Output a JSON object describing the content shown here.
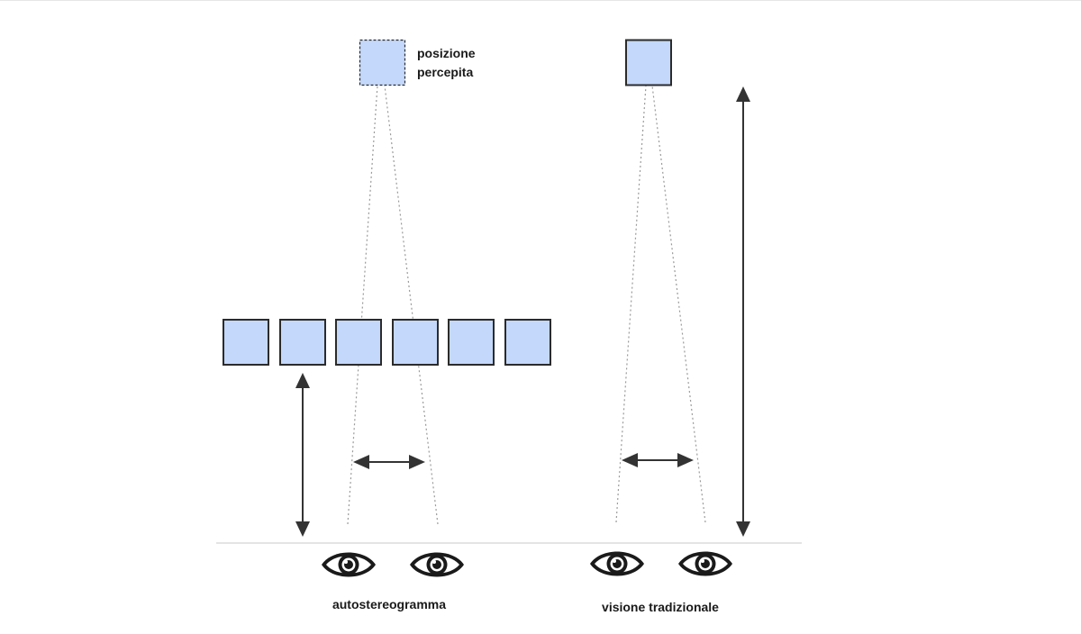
{
  "labels": {
    "perceived_position_line1": "posizione",
    "perceived_position_line2": "percepita",
    "left_caption": "autostereogramma",
    "right_caption": "visione tradizionale"
  },
  "colors": {
    "square_fill": "#c3d8fb",
    "square_stroke": "#2b2b2b",
    "arrow": "#333333",
    "sight_line": "#9a9a9a",
    "ground_line": "#c8c8c8",
    "eye": "#1a1a1a"
  },
  "icons": {
    "eye": "eye-icon"
  }
}
